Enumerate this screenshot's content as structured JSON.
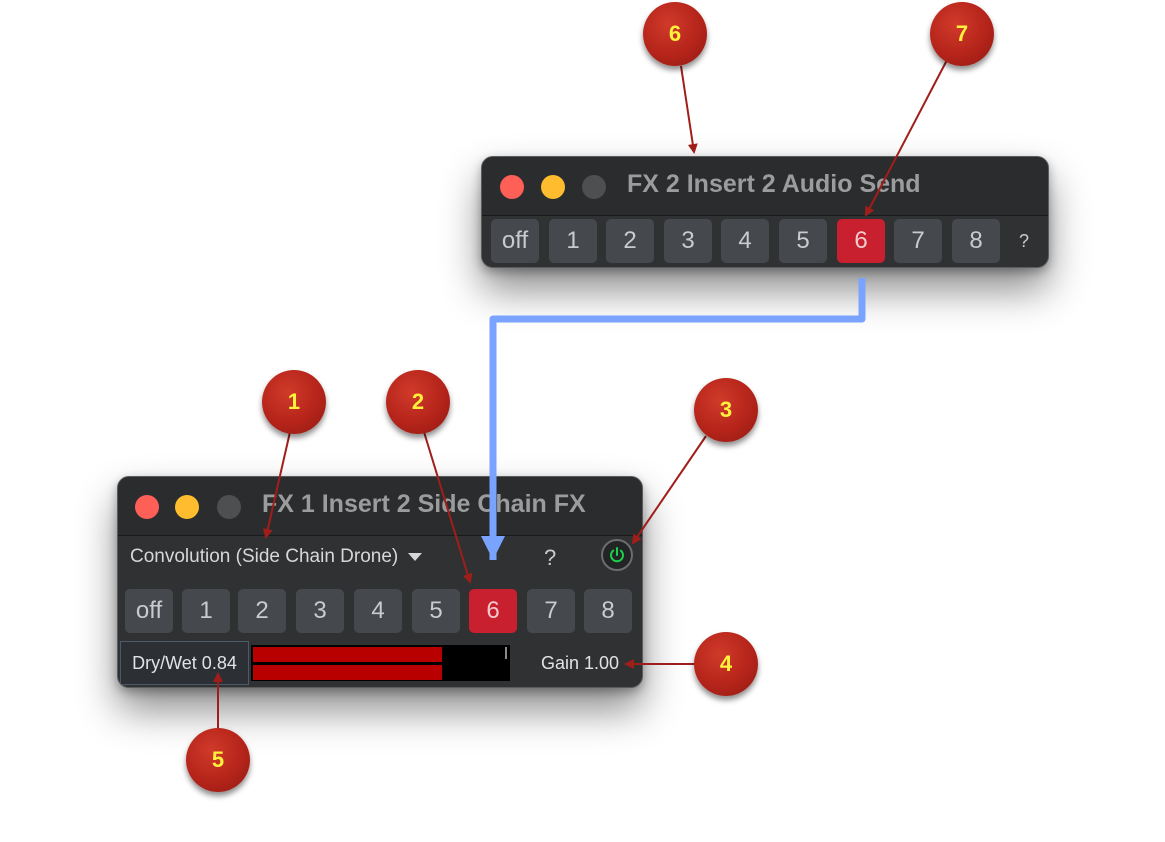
{
  "windows": {
    "fx2": {
      "title": "FX 2 Insert 2 Audio Send",
      "channels": [
        "off",
        "1",
        "2",
        "3",
        "4",
        "5",
        "6",
        "7",
        "8"
      ],
      "selected_channel": "6",
      "help_label": "?"
    },
    "fx1": {
      "title": "FX 1 Insert 2 Side Chain FX",
      "effect_select": "Convolution (Side Chain Drone)",
      "help_label": "?",
      "power_state": "on",
      "channels": [
        "off",
        "1",
        "2",
        "3",
        "4",
        "5",
        "6",
        "7",
        "8"
      ],
      "selected_channel": "6",
      "dry_wet_label": "Dry/Wet 0.84",
      "gain_label": "Gain 1.00",
      "meter_levels": [
        0.74,
        0.74
      ]
    }
  },
  "callouts": [
    "1",
    "2",
    "3",
    "4",
    "5",
    "6",
    "7"
  ],
  "colors": {
    "window_bg": "#2f3133",
    "active_channel": "#c8202e",
    "meter_fill": "#b80000",
    "callout": "#b5241a",
    "callout_text": "#fff23c",
    "routing_line": "#7aa2ff",
    "power_icon": "#19d34a"
  }
}
